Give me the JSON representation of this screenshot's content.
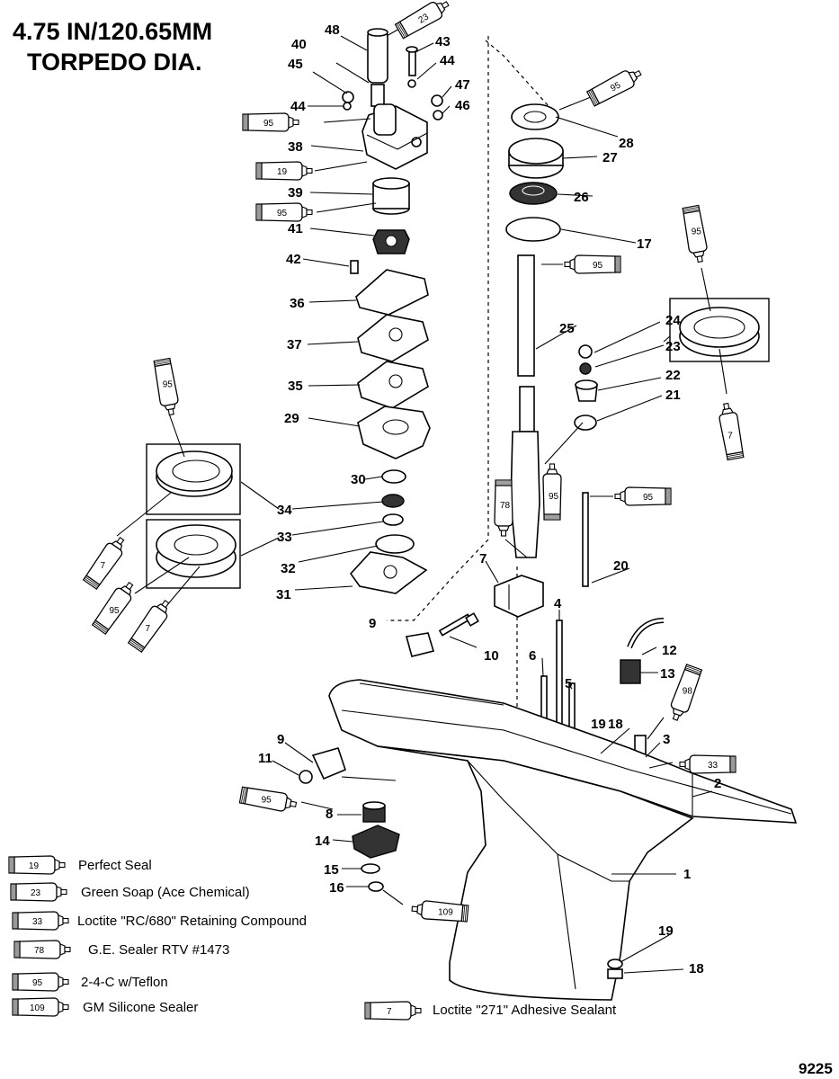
{
  "title": {
    "line1": "4.75 IN/120.65MM",
    "line2": "TORPEDO DIA."
  },
  "figure_number": "9225",
  "callouts": {
    "c1": "1",
    "c2": "2",
    "c3": "3",
    "c4": "4",
    "c5": "5",
    "c6": "6",
    "c7": "7",
    "c8": "8",
    "c9a": "9",
    "c9b": "9",
    "c10": "10",
    "c11": "11",
    "c12": "12",
    "c13": "13",
    "c14": "14",
    "c15": "15",
    "c16": "16",
    "c17": "17",
    "c18a": "18",
    "c18b": "18",
    "c19a": "19",
    "c19b": "19",
    "c20": "20",
    "c21": "21",
    "c22": "22",
    "c23": "23",
    "c24": "24",
    "c25": "25",
    "c26": "26",
    "c27": "27",
    "c28": "28",
    "c29": "29",
    "c30": "30",
    "c31": "31",
    "c32": "32",
    "c33": "33",
    "c34": "34",
    "c35": "35",
    "c36": "36",
    "c37": "37",
    "c38": "38",
    "c39": "39",
    "c40": "40",
    "c41": "41",
    "c42": "42",
    "c43": "43",
    "c44a": "44",
    "c44b": "44",
    "c45": "45",
    "c46": "46",
    "c47": "47",
    "c48": "48"
  },
  "tubes": {
    "t23": "23",
    "t95a": "95",
    "t95b": "95",
    "t19": "19",
    "t95c": "95",
    "t95d": "95",
    "t95e": "95",
    "t7a": "7",
    "t95f": "95",
    "t7b": "7",
    "t95g": "95",
    "t7c": "7",
    "t78": "78",
    "t95h": "95",
    "t95i": "95",
    "t95j": "95",
    "t98": "98",
    "t33": "33",
    "t109": "109"
  },
  "legend": [
    {
      "code": "19",
      "label": "Perfect Seal"
    },
    {
      "code": "23",
      "label": "Green Soap (Ace Chemical)"
    },
    {
      "code": "33",
      "label": "Loctite \"RC/680\" Retaining Compound"
    },
    {
      "code": "78",
      "label": "G.E. Sealer RTV #1473"
    },
    {
      "code": "95",
      "label": "2-4-C w/Teflon"
    },
    {
      "code": "109",
      "label": "GM Silicone Sealer"
    },
    {
      "code": "7",
      "label": "Loctite \"271\" Adhesive Sealant"
    }
  ]
}
